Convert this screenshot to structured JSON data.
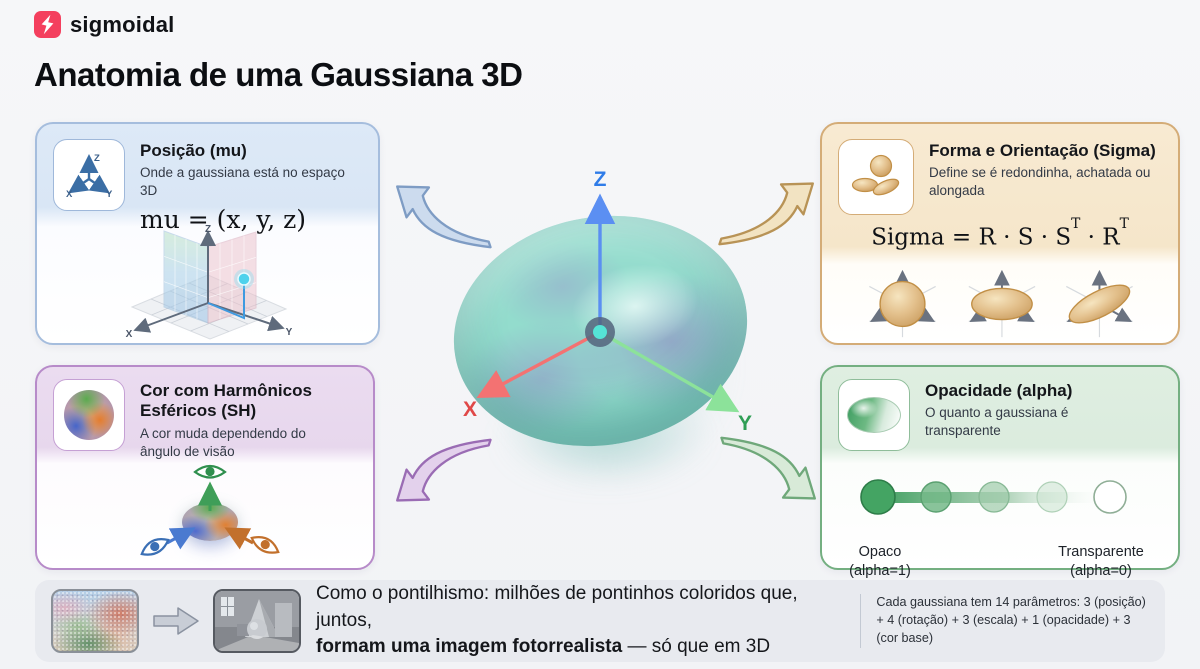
{
  "brand": {
    "name": "sigmoidal",
    "logo_color": "#f43f5e"
  },
  "title": "Anatomia de uma Gaussiana 3D",
  "axes": {
    "x": "X",
    "y": "Y",
    "z": "Z",
    "x_color": "#e04848",
    "y_color": "#2f9e55",
    "z_color": "#2f7ce8"
  },
  "panels": {
    "posicao": {
      "title": "Posição (mu)",
      "subtitle": "Onde a gaussiana está no espaço 3D",
      "formula": "mu = (x, y, z)",
      "accent": "#a5bddd"
    },
    "forma": {
      "title": "Forma e Orientação (Sigma)",
      "subtitle": "Define se é redondinha, achatada ou alongada",
      "formula_base1": "Sigma = R · S · S",
      "formula_sup1": "T",
      "formula_base2": " · R",
      "formula_sup2": "T",
      "accent": "#d4ac77"
    },
    "cor": {
      "title": "Cor com Harmônicos Esféricos (SH)",
      "subtitle": "A cor muda dependendo do ângulo de visão",
      "accent": "#b78bc9"
    },
    "opacidade": {
      "title": "Opacidade (alpha)",
      "subtitle": "O quanto a gaussiana é transparente",
      "scale_left_label": "Opaco",
      "scale_left_value": "(alpha=1)",
      "scale_right_label": "Transparente",
      "scale_right_value": "(alpha=0)",
      "accent": "#74af81"
    }
  },
  "footer": {
    "caption_line1": "Como o pontilhismo: milhões de pontinhos coloridos que, juntos,",
    "caption_bold": "formam uma imagem fotorrealista",
    "caption_tail": " — só que em 3D",
    "note": "Cada gaussiana tem 14 parâmetros: 3 (posição) + 4 (rotação) + 3 (escala) + 1 (opacidade) + 3 (cor base)"
  }
}
